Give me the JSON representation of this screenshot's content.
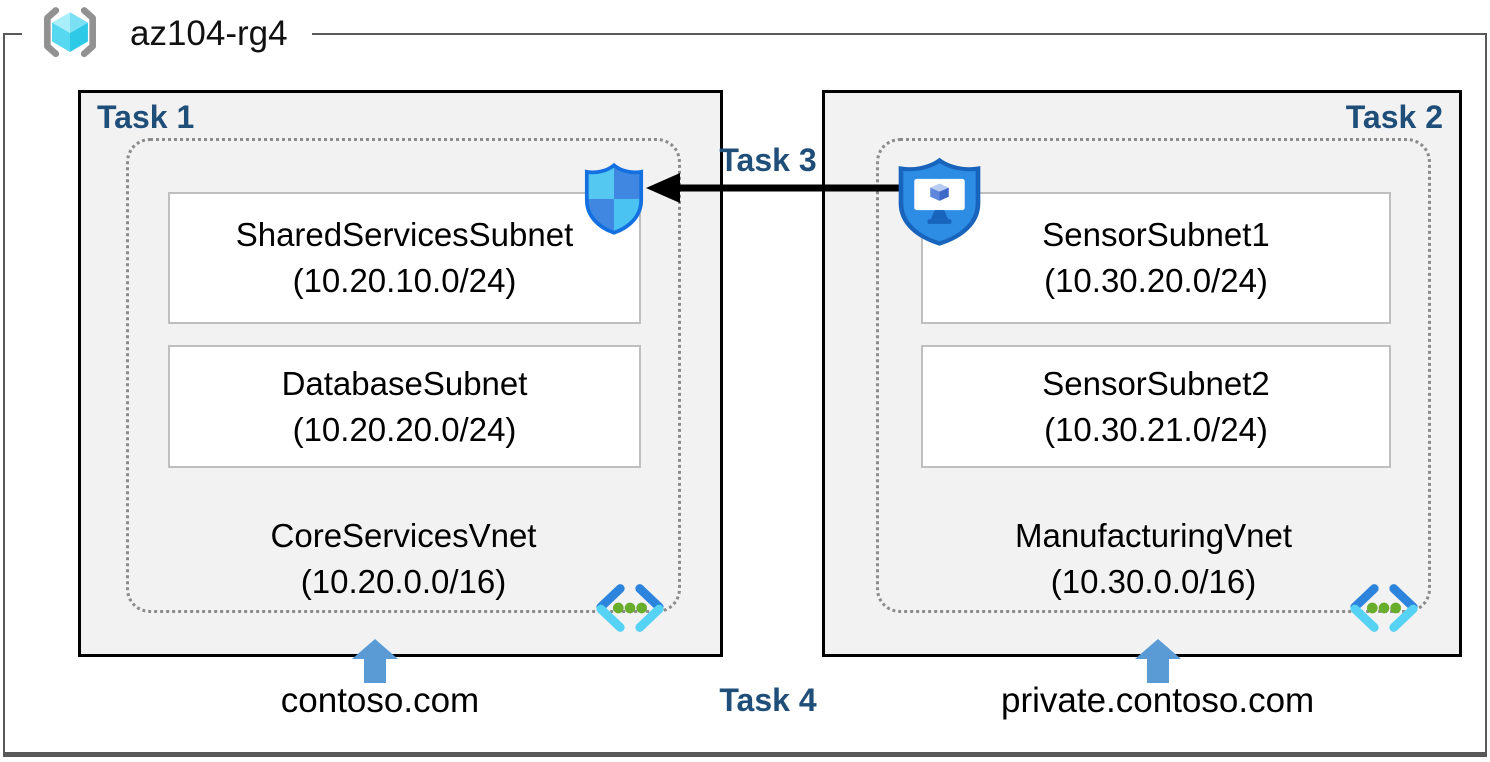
{
  "header": {
    "resource_group_name": "az104-rg4"
  },
  "tasks": {
    "task1": "Task 1",
    "task2": "Task 2",
    "task3": "Task 3",
    "task4": "Task 4"
  },
  "vnets": {
    "core": {
      "name": "CoreServicesVnet",
      "cidr": "(10.20.0.0/16)",
      "dns_zone": "contoso.com",
      "subnets": [
        {
          "name": "SharedServicesSubnet",
          "cidr": "(10.20.10.0/24)"
        },
        {
          "name": "DatabaseSubnet",
          "cidr": "(10.20.20.0/24)"
        }
      ]
    },
    "manufacturing": {
      "name": "ManufacturingVnet",
      "cidr": "(10.30.0.0/16)",
      "dns_zone": "private.contoso.com",
      "subnets": [
        {
          "name": "SensorSubnet1",
          "cidr": "(10.30.20.0/24)"
        },
        {
          "name": "SensorSubnet2",
          "cidr": "(10.30.21.0/24)"
        }
      ]
    }
  },
  "icons": {
    "resource_group": "resource-group-icon",
    "virtual_network": "virtual-network-icon",
    "network_security_group": "network-security-group-icon",
    "application_security_group": "application-security-group-icon",
    "up_arrow": "up-arrow-icon",
    "peering_arrow": "left-arrow-icon"
  },
  "colors": {
    "frame_border": "#595959",
    "task_label": "#1f4e79",
    "box_background": "#f2f2f2",
    "box_border": "#000000",
    "dashed_border": "#8c8c8c",
    "subnet_border": "#bfbfbf",
    "up_arrow": "#5b9bd5",
    "shield_blue": "#2e8ce3",
    "shield_cyan": "#54c8f4",
    "vnet_chevron_blue": "#2c84dc",
    "vnet_chevron_cyan": "#55d2f4",
    "vnet_dot_green": "#68ad2c"
  }
}
